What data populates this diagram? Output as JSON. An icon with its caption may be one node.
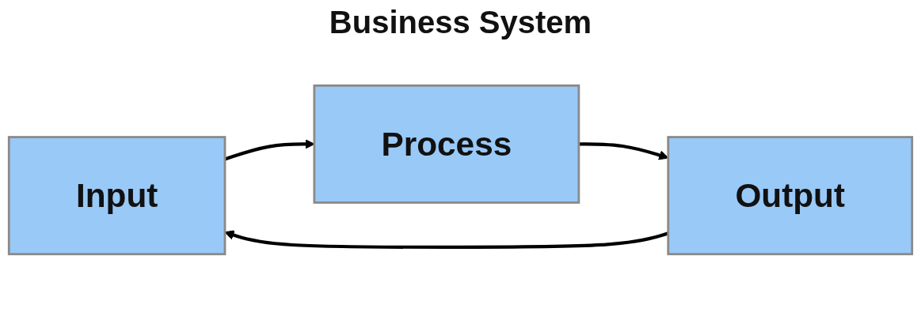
{
  "diagram": {
    "title": "Business System",
    "nodes": [
      {
        "text": [
          "Input"
        ]
      },
      {
        "text": [
          "Process"
        ]
      },
      {
        "text": [
          "Output"
        ]
      }
    ],
    "edges": [
      {
        "from": 0,
        "to": 1,
        "arrow": "to"
      },
      {
        "from": 1,
        "to": 2,
        "arrow": "to"
      },
      {
        "from": 2,
        "to": 0,
        "arrow": "to"
      }
    ]
  }
}
